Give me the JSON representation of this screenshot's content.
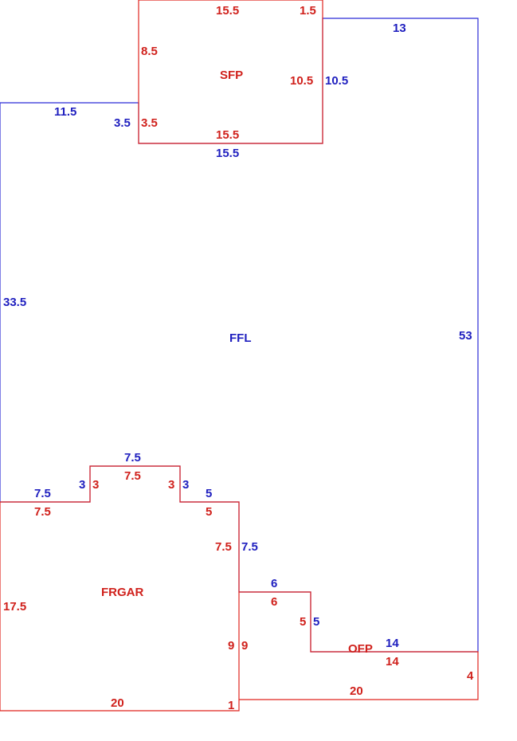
{
  "colors": {
    "ffl": "#1f1fbf",
    "attached": "#d0211c"
  },
  "areas": {
    "sfp": "SFP",
    "ffl": "FFL",
    "frgar": "FRGAR",
    "ofp": "OFP"
  },
  "ffl_dims": {
    "top_right": "13",
    "right": "53",
    "bottom_right": "14",
    "step_v_right": "5",
    "step_h_right": "6",
    "gar_right_upper": "7.5",
    "notch_right_h": "5",
    "notch_right_v": "3",
    "notch_top": "7.5",
    "notch_left_v": "3",
    "notch_left_h": "7.5",
    "left": "33.5",
    "top_left": "11.5",
    "sfp_left_gap": "3.5",
    "sfp_bottom": "15.5",
    "sfp_right": "10.5"
  },
  "sfp_dims": {
    "top": "15.5",
    "top_right": "1.5",
    "left": "8.5",
    "right": "10.5",
    "bottom_left": "3.5",
    "bottom": "15.5"
  },
  "frgar_dims": {
    "notch_left_h": "7.5",
    "notch_left_v": "3",
    "notch_top": "7.5",
    "notch_right_v": "3",
    "notch_right_h": "5",
    "right_upper": "7.5",
    "right_lower": "9",
    "left": "17.5",
    "bottom": "20",
    "bottom_right": "1"
  },
  "ofp_dims": {
    "left_inner": "9",
    "step_h": "6",
    "step_v": "5",
    "top": "14",
    "right": "4",
    "bottom": "20"
  }
}
